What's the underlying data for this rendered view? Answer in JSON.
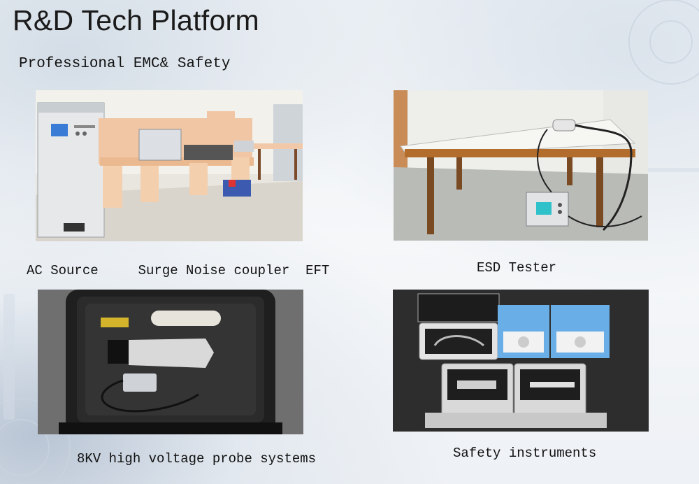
{
  "slide": {
    "title": "R&D Tech Platform",
    "subtitle": "Professional EMC& Safety"
  },
  "photos": {
    "emc_lab": {
      "caption": "AC Source     Surge Noise coupler  EFT",
      "description_icon": "emc-test-lab-photo"
    },
    "esd": {
      "caption": "ESD Tester",
      "description_icon": "esd-tester-photo"
    },
    "probe": {
      "caption": "8KV high voltage probe systems",
      "description_icon": "probe-case-photo"
    },
    "safety": {
      "caption": "Safety instruments",
      "description_icon": "safety-instruments-photo"
    }
  },
  "colors": {
    "text": "#111111",
    "background": "#f1f4f7"
  }
}
